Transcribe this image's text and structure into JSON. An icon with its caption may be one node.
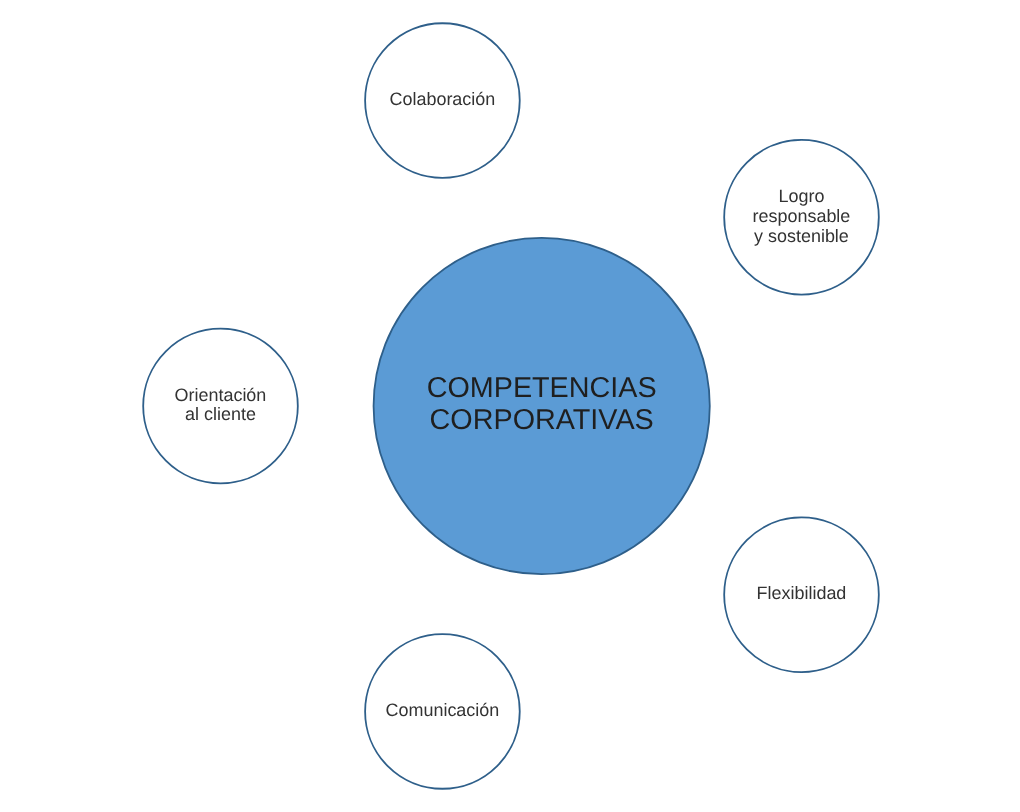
{
  "diagram": {
    "nodes": [
      {
        "text": [
          "COMPETENCIAS CORPORATIVAS"
        ]
      },
      {
        "text": [
          "Logro responsable y sostenible"
        ]
      },
      {
        "text": [
          "Colaboración"
        ]
      },
      {
        "text": [
          "Orientación al cliente"
        ]
      },
      {
        "text": [
          "Comunicación"
        ]
      },
      {
        "text": [
          "Flexibilidad"
        ]
      }
    ],
    "edges": []
  }
}
